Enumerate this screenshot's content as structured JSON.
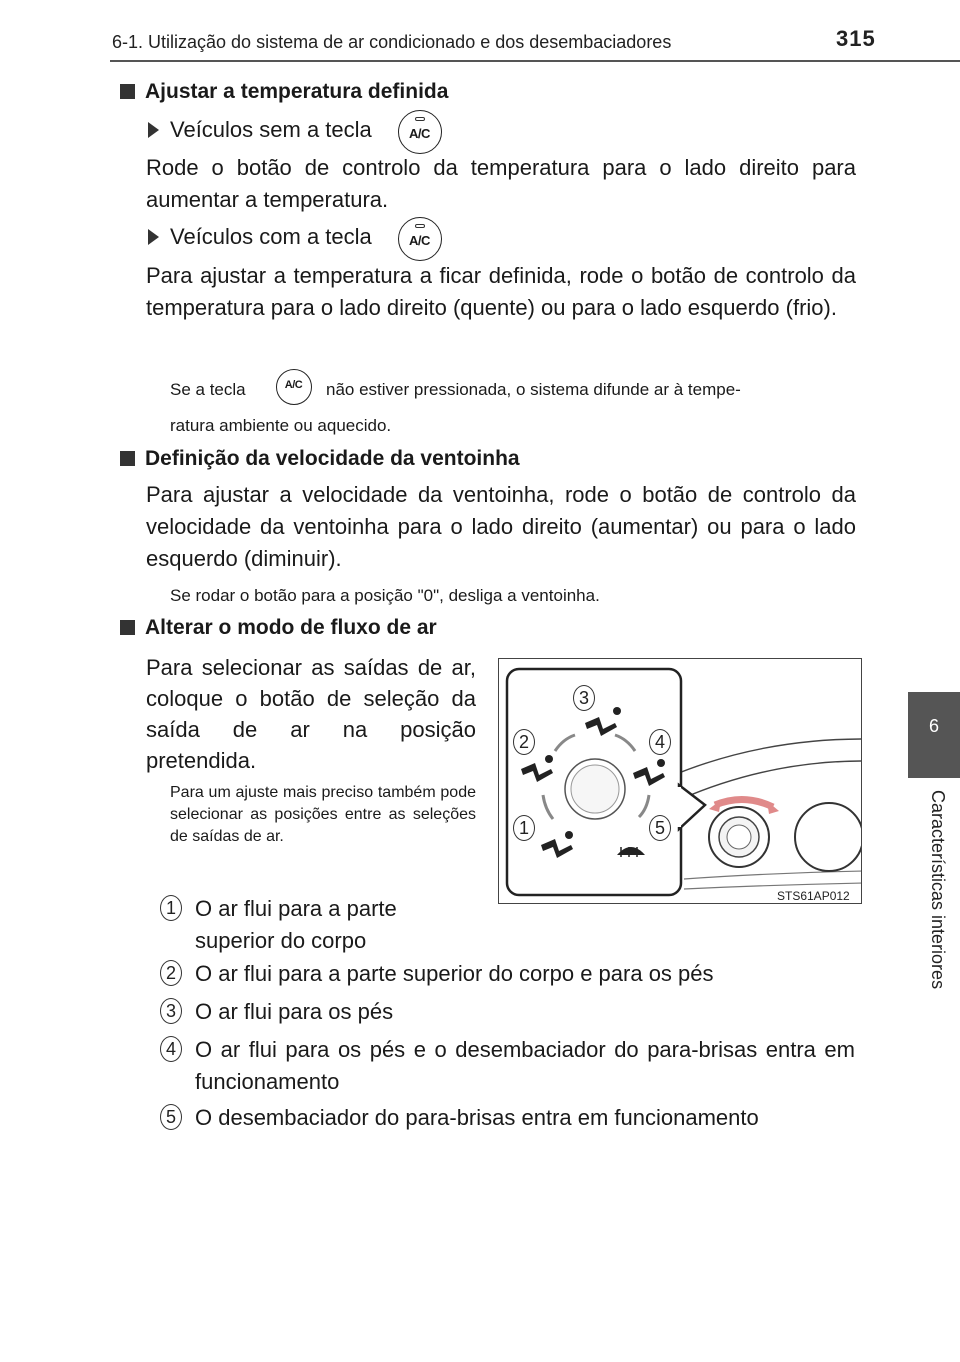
{
  "header": {
    "title": "6-1. Utilização do sistema de ar condicionado e dos desembaciadores",
    "page_number": "315"
  },
  "side_tab": {
    "chapter_number": "6",
    "chapter_title": "Características interiores"
  },
  "ac_button_label": "A/C",
  "sections": {
    "temperature": {
      "heading": "Ajustar a temperatura definida",
      "without_ac_label": "Veículos sem a tecla",
      "without_ac_text": "Rode o botão de controlo da temperatura para o lado direito para aumentar a temperatura.",
      "with_ac_label": "Veículos com a tecla",
      "with_ac_text": "Para ajustar a temperatura a ficar definida, rode o botão de controlo da temperatura para o lado direito (quente) ou para o lado esquerdo (frio).",
      "note_prefix": "Se a tecla",
      "note_suffix_line1": "não estiver pressionada, o sistema difunde ar à tempe-",
      "note_line2": "ratura ambiente ou aquecido."
    },
    "fan": {
      "heading": "Definição da velocidade da ventoinha",
      "text": "Para ajustar a velocidade da ventoinha, rode o botão de controlo da velocidade da ventoinha para o lado direito (aumentar) ou para o lado esquerdo (diminuir).",
      "note": "Se rodar o botão para a posição \"0\", desliga a ventoinha."
    },
    "airflow": {
      "heading": "Alterar o modo de fluxo de ar",
      "text": "Para selecionar as saídas de ar, coloque o botão de seleção da saída de ar na posição pretendida.",
      "note": "Para um ajuste mais preciso também pode selecionar as posições entre as seleções de saídas de ar.",
      "modes": [
        {
          "num": "1",
          "text": "O ar flui para a parte superior do corpo"
        },
        {
          "num": "2",
          "text": "O ar flui para a parte superior do corpo e para os pés"
        },
        {
          "num": "3",
          "text": "O ar flui para os pés"
        },
        {
          "num": "4",
          "text": "O ar flui para os pés e o desembaciador do para-brisas entra em funcionamento"
        },
        {
          "num": "5",
          "text": "O desembaciador do para-brisas entra em funcionamento"
        }
      ]
    }
  },
  "figure": {
    "code": "STS61AP012",
    "labels": [
      "1",
      "2",
      "3",
      "4",
      "5"
    ]
  }
}
